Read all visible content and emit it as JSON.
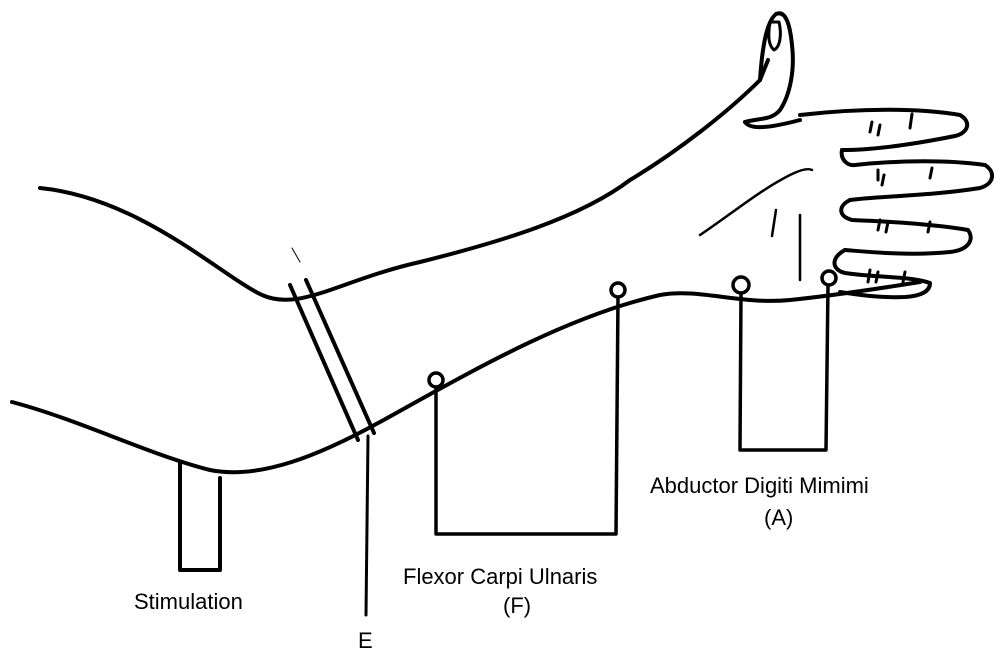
{
  "labels": {
    "stimulation": "Stimulation",
    "electrode_e": "E",
    "fcu_name": "Flexor Carpi Ulnaris",
    "fcu_code": "(F)",
    "adm_name": "Abductor Digiti Mimimi",
    "adm_code": "(A)"
  },
  "colors": {
    "ink": "#000000",
    "background": "#ffffff"
  }
}
